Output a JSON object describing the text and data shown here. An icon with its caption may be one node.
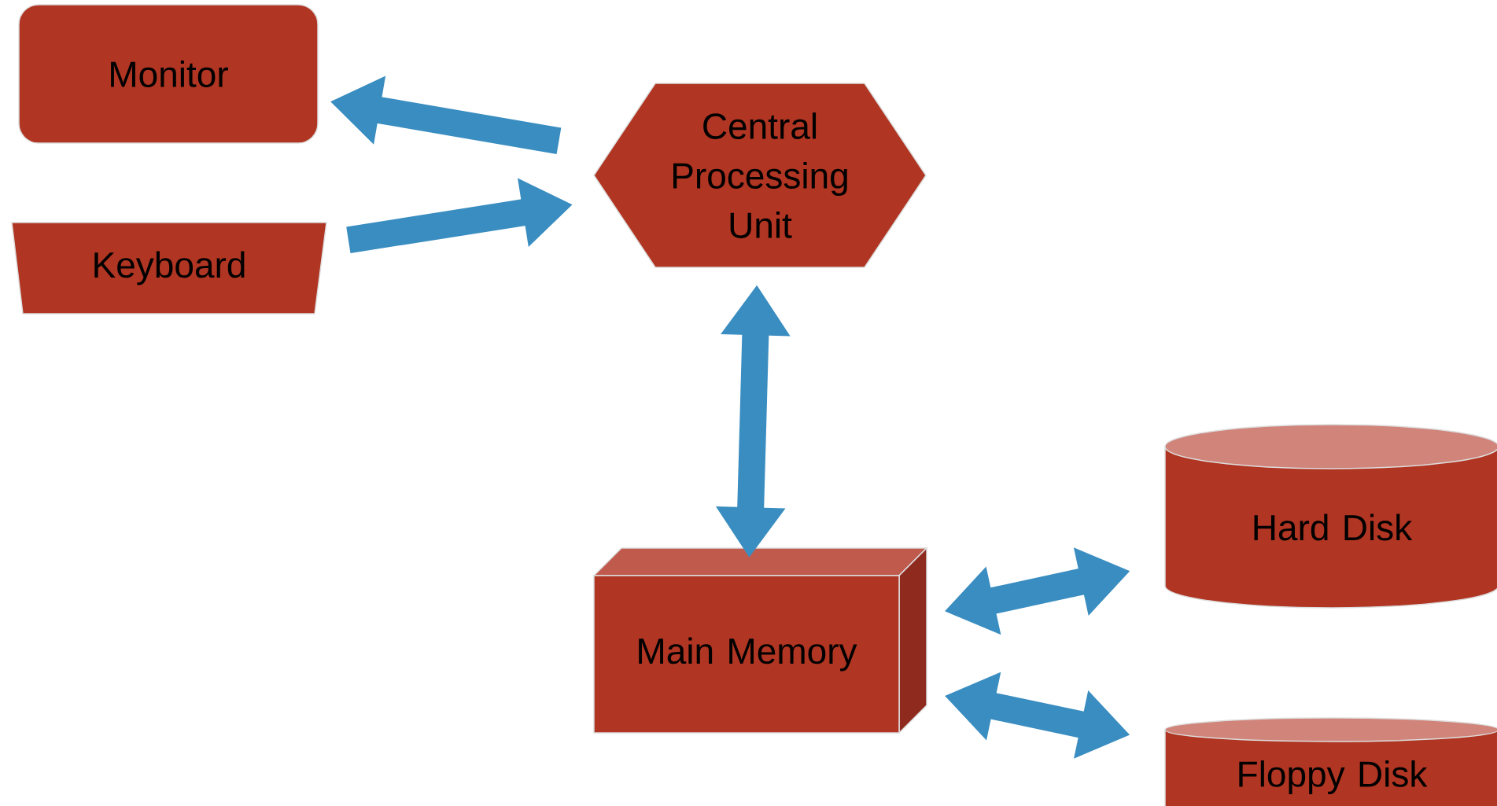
{
  "diagram": {
    "nodes": [
      {
        "text": [
          "Monitor"
        ]
      },
      {
        "text": [
          "Keyboard"
        ]
      },
      {
        "text": [
          "Central Processing Unit"
        ]
      },
      {
        "text": [
          "Main Memory"
        ]
      },
      {
        "text": [
          "Hard Disk"
        ]
      },
      {
        "text": [
          "Floppy Disk"
        ]
      }
    ],
    "edges": [
      {
        "from": 2,
        "to": 0,
        "arrow": "to"
      },
      {
        "from": 1,
        "to": 2,
        "arrow": "to"
      },
      {
        "from": 2,
        "to": 3,
        "arrow": "both"
      },
      {
        "from": 3,
        "to": 4,
        "arrow": "both"
      },
      {
        "from": 3,
        "to": 5,
        "arrow": "both"
      }
    ]
  }
}
